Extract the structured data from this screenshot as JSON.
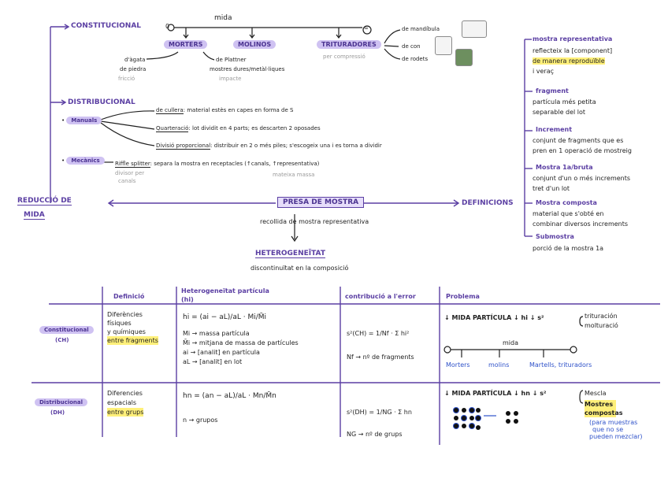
{
  "top": {
    "constitucional": "CONSTITUCIONAL",
    "mida": "mida",
    "scale_min": "0",
    "scale_max": "∞",
    "morters": "MORTERS",
    "molinos": "MOLINOS",
    "trituradores": "TRITURADORES",
    "agata": "d'àgata",
    "pedra": "de piedra",
    "fricció": "fricció",
    "plattner": "de Plattner",
    "mostres_dures": "mostres dures/metàl·liques",
    "impacte": "impacte",
    "per_compressio": "per compressió",
    "mandibula": "de mandíbula",
    "con": "de con",
    "rodets": "de rodets"
  },
  "distrib": {
    "title": "DISTRIBUCIONAL",
    "manuals": "Manuals",
    "cullera_term": "de cullera",
    "cullera_def": ": material estès en capes en forma de S",
    "quarteracio_term": "Quarteració",
    "quarteracio_def": ": lot dividit en 4 parts; es descarten 2 oposades",
    "divisio_term": "Divisió proporcional",
    "divisio_def": ": distribuir en 2 o més piles; s'escogeix una i es torna a dividir",
    "mecanics": "Mecànics",
    "riffle_term": "Riffle splitter",
    "riffle_def": ": separa la mostra en receptacles (↑canals, ↑representativa)",
    "divisor": "divisor per",
    "canals": "canals",
    "mateixa": "mateixa massa"
  },
  "center": {
    "reduccio_1": "REDUCCIÓ DE",
    "reduccio_2": "MIDA",
    "presa": "PRESA DE MOSTRA",
    "recollida": "recollida de mostra representativa",
    "heterogeneitat": "HETEROGENEÏTAT",
    "discontinuitat": "discontinuïtat en la composició",
    "definicions": "DEFINICIONS"
  },
  "definitions": [
    {
      "term": "mostra representativa",
      "lines": [
        "reflecteix la [component]",
        "de manera reproduïble",
        "i veraç"
      ]
    },
    {
      "term": "fragment",
      "lines": [
        "partícula més petita",
        "separable del lot"
      ]
    },
    {
      "term": "Increment",
      "lines": [
        "conjunt de fragments que es",
        "pren en 1 operació de mostreig"
      ]
    },
    {
      "term": "Mostra 1a/bruta",
      "lines": [
        "conjunt d'un o més increments",
        "tret d'un lot"
      ]
    },
    {
      "term": "Mostra composta",
      "lines": [
        "material que s'obté en",
        "combinar diversos increments"
      ]
    },
    {
      "term": "Submostra",
      "lines": [
        "porció de la mostra 1a"
      ]
    }
  ],
  "table": {
    "headers": [
      "Definició",
      "Heterogeneïtat partícula (hi)",
      "contribució a l'error",
      "Problema"
    ],
    "ch": {
      "label": "Constitucional",
      "abbr": "(CH)",
      "def": [
        "Diferències",
        "físiques",
        "y químiques",
        "entre fragments"
      ],
      "formula": "hi = (ai − aL)/aL · Mi/M̄i",
      "bullets": [
        "Mi → massa partícula",
        "M̄i → mitjana de massa de partícules",
        "ai → [analit] en partícula",
        "aL → [analit] en lot"
      ],
      "error": "s²(CH) = 1/Nf · Σ hi²",
      "nf": "Nf → nº de fragments",
      "problem": "↓ MIDA PARTÍCULA ↓ hi ↓ s²",
      "solutions": [
        "trituración",
        "molturació"
      ],
      "scale_label": "mida",
      "scale_items": [
        "Morters",
        "molins",
        "Martells, trituradors"
      ]
    },
    "dh": {
      "label": "Distribucional",
      "abbr": "(DH)",
      "def": [
        "Diferencies",
        "espacials",
        "entre grups"
      ],
      "formula": "hn = (an − aL)/aL · Mn/M̄n",
      "n": "n → grupos",
      "error": "s²(DH) = 1/NG · Σ hn",
      "ng": "NG → nº de grups",
      "problem": "↓ MIDA PARTÍCULA ↓ hn ↓ s²",
      "solutions": [
        "Mescla",
        "Mostres compostas"
      ],
      "note": [
        "(para muestras",
        "que no se",
        "pueden mezclar)"
      ]
    }
  },
  "colors": {
    "purple": "#5b3fa3",
    "pill": "#cfc2f2",
    "highlight": "#fff07a",
    "blue": "#2f52c9"
  }
}
